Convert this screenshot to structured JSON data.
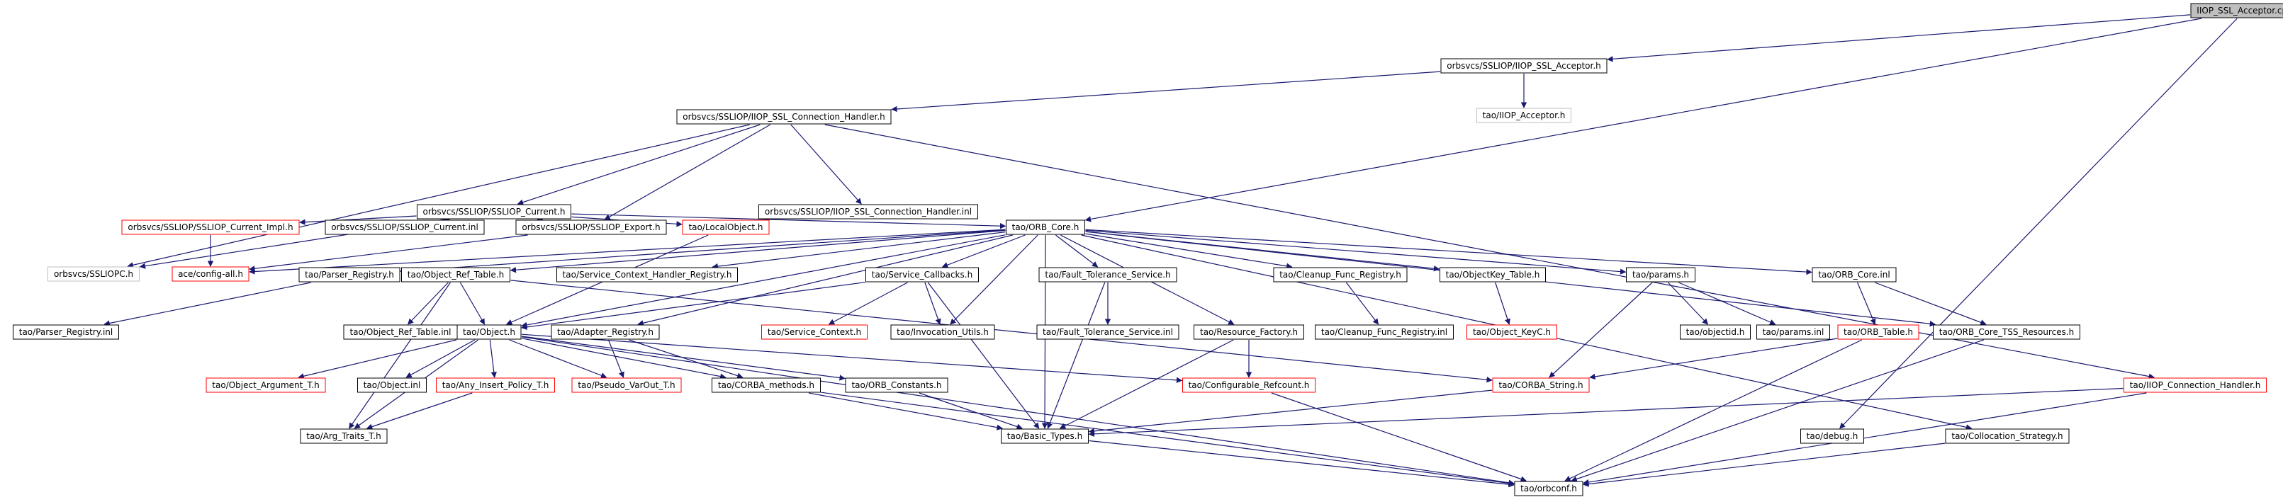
{
  "graph": {
    "title": "IIOP_SSL_Acceptor.cpp",
    "edge_color": "#191970",
    "root_fill": "#bfbfbf",
    "missing_border": "#ff0000",
    "external_border": "#bfbfbf",
    "nodes": [
      {
        "id": "root",
        "label": "IIOP_SSL_Acceptor.cpp",
        "style": "root"
      },
      {
        "id": "acc",
        "label": "orbsvcs/SSLIOP/IIOP_SSL_Acceptor.h",
        "style": "normal"
      },
      {
        "id": "iiopacc",
        "label": "tao/IIOP_Acceptor.h",
        "style": "gray"
      },
      {
        "id": "conn",
        "label": "orbsvcs/SSLIOP/IIOP_SSL_Connection_Handler.h",
        "style": "normal"
      },
      {
        "id": "current",
        "label": "orbsvcs/SSLIOP/SSLIOP_Current.h",
        "style": "normal"
      },
      {
        "id": "conninl",
        "label": "orbsvcs/SSLIOP/IIOP_SSL_Connection_Handler.inl",
        "style": "normal"
      },
      {
        "id": "curimpl",
        "label": "orbsvcs/SSLIOP/SSLIOP_Current_Impl.h",
        "style": "red"
      },
      {
        "id": "curinl",
        "label": "orbsvcs/SSLIOP/SSLIOP_Current.inl",
        "style": "normal"
      },
      {
        "id": "export",
        "label": "orbsvcs/SSLIOP/SSLIOP_Export.h",
        "style": "normal"
      },
      {
        "id": "localobj",
        "label": "tao/LocalObject.h",
        "style": "red"
      },
      {
        "id": "sslc",
        "label": "orbsvcs/SSLIOPC.h",
        "style": "gray"
      },
      {
        "id": "configall",
        "label": "ace/config-all.h",
        "style": "red"
      },
      {
        "id": "orbcore",
        "label": "tao/ORB_Core.h",
        "style": "normal"
      },
      {
        "id": "parser",
        "label": "tao/Parser_Registry.h",
        "style": "normal"
      },
      {
        "id": "parserinl",
        "label": "tao/Parser_Registry.inl",
        "style": "normal"
      },
      {
        "id": "objref",
        "label": "tao/Object_Ref_Table.h",
        "style": "normal"
      },
      {
        "id": "svcctx",
        "label": "tao/Service_Context_Handler_Registry.h",
        "style": "normal"
      },
      {
        "id": "svccb",
        "label": "tao/Service_Callbacks.h",
        "style": "normal"
      },
      {
        "id": "faulttol",
        "label": "tao/Fault_Tolerance_Service.h",
        "style": "normal"
      },
      {
        "id": "cleanup",
        "label": "tao/Cleanup_Func_Registry.h",
        "style": "normal"
      },
      {
        "id": "objkey",
        "label": "tao/ObjectKey_Table.h",
        "style": "normal"
      },
      {
        "id": "params",
        "label": "tao/params.h",
        "style": "normal"
      },
      {
        "id": "orbcoreinl",
        "label": "tao/ORB_Core.inl",
        "style": "normal"
      },
      {
        "id": "objrefinl",
        "label": "tao/Object_Ref_Table.inl",
        "style": "normal"
      },
      {
        "id": "object",
        "label": "tao/Object.h",
        "style": "normal"
      },
      {
        "id": "adapter",
        "label": "tao/Adapter_Registry.h",
        "style": "normal"
      },
      {
        "id": "svcctxh",
        "label": "tao/Service_Context.h",
        "style": "red"
      },
      {
        "id": "invutils",
        "label": "tao/Invocation_Utils.h",
        "style": "normal"
      },
      {
        "id": "faulttolinl",
        "label": "tao/Fault_Tolerance_Service.inl",
        "style": "normal"
      },
      {
        "id": "resfact",
        "label": "tao/Resource_Factory.h",
        "style": "normal"
      },
      {
        "id": "cleanupinl",
        "label": "tao/Cleanup_Func_Registry.inl",
        "style": "normal"
      },
      {
        "id": "objkeyc",
        "label": "tao/Object_KeyC.h",
        "style": "red"
      },
      {
        "id": "objectid",
        "label": "tao/objectid.h",
        "style": "normal"
      },
      {
        "id": "paramsinl",
        "label": "tao/params.inl",
        "style": "normal"
      },
      {
        "id": "orbtable",
        "label": "tao/ORB_Table.h",
        "style": "red"
      },
      {
        "id": "tss",
        "label": "tao/ORB_Core_TSS_Resources.h",
        "style": "normal"
      },
      {
        "id": "objarg",
        "label": "tao/Object_Argument_T.h",
        "style": "red"
      },
      {
        "id": "objinl",
        "label": "tao/Object.inl",
        "style": "normal"
      },
      {
        "id": "anyins",
        "label": "tao/Any_Insert_Policy_T.h",
        "style": "red"
      },
      {
        "id": "pseudo",
        "label": "tao/Pseudo_VarOut_T.h",
        "style": "red"
      },
      {
        "id": "corbameth",
        "label": "tao/CORBA_methods.h",
        "style": "normal"
      },
      {
        "id": "orbconst",
        "label": "tao/ORB_Constants.h",
        "style": "normal"
      },
      {
        "id": "confref",
        "label": "tao/Configurable_Refcount.h",
        "style": "red"
      },
      {
        "id": "corbastr",
        "label": "tao/CORBA_String.h",
        "style": "red"
      },
      {
        "id": "iiopconn",
        "label": "tao/IIOP_Connection_Handler.h",
        "style": "red"
      },
      {
        "id": "argtraits",
        "label": "tao/Arg_Traits_T.h",
        "style": "normal"
      },
      {
        "id": "basic",
        "label": "tao/Basic_Types.h",
        "style": "normal"
      },
      {
        "id": "debug",
        "label": "tao/debug.h",
        "style": "normal"
      },
      {
        "id": "colloc",
        "label": "tao/Collocation_Strategy.h",
        "style": "normal"
      },
      {
        "id": "orbconf",
        "label": "tao/orbconf.h",
        "style": "normal"
      }
    ],
    "edges": [
      [
        "root",
        "acc"
      ],
      [
        "root",
        "orbcore"
      ],
      [
        "root",
        "debug"
      ],
      [
        "acc",
        "iiopacc"
      ],
      [
        "acc",
        "conn"
      ],
      [
        "conn",
        "current"
      ],
      [
        "conn",
        "conninl"
      ],
      [
        "conn",
        "export"
      ],
      [
        "conn",
        "sslc"
      ],
      [
        "conn",
        "iiopconn"
      ],
      [
        "current",
        "curimpl"
      ],
      [
        "current",
        "curinl"
      ],
      [
        "current",
        "export"
      ],
      [
        "current",
        "localobj"
      ],
      [
        "current",
        "sslc"
      ],
      [
        "current",
        "orbcore"
      ],
      [
        "curimpl",
        "configall"
      ],
      [
        "export",
        "configall"
      ],
      [
        "localobj",
        "object"
      ],
      [
        "orbcore",
        "parser"
      ],
      [
        "orbcore",
        "objref"
      ],
      [
        "orbcore",
        "svcctx"
      ],
      [
        "orbcore",
        "svccb"
      ],
      [
        "orbcore",
        "faulttol"
      ],
      [
        "orbcore",
        "cleanup"
      ],
      [
        "orbcore",
        "objkey"
      ],
      [
        "orbcore",
        "params"
      ],
      [
        "orbcore",
        "orbcoreinl"
      ],
      [
        "orbcore",
        "tss"
      ],
      [
        "orbcore",
        "object"
      ],
      [
        "orbcore",
        "adapter"
      ],
      [
        "orbcore",
        "resfact"
      ],
      [
        "orbcore",
        "invutils"
      ],
      [
        "orbcore",
        "colloc"
      ],
      [
        "orbcore",
        "configall"
      ],
      [
        "orbcore",
        "basic"
      ],
      [
        "parser",
        "parserinl"
      ],
      [
        "objref",
        "objrefinl"
      ],
      [
        "objref",
        "object"
      ],
      [
        "objref",
        "argtraits"
      ],
      [
        "objref",
        "corbastr"
      ],
      [
        "svccb",
        "svcctxh"
      ],
      [
        "svccb",
        "invutils"
      ],
      [
        "svccb",
        "object"
      ],
      [
        "svccb",
        "basic"
      ],
      [
        "faulttol",
        "faulttolinl"
      ],
      [
        "faulttol",
        "basic"
      ],
      [
        "cleanup",
        "cleanupinl"
      ],
      [
        "objkey",
        "objkeyc"
      ],
      [
        "params",
        "objectid"
      ],
      [
        "params",
        "paramsinl"
      ],
      [
        "params",
        "corbastr"
      ],
      [
        "orbcoreinl",
        "orbtable"
      ],
      [
        "orbcoreinl",
        "tss"
      ],
      [
        "object",
        "objarg"
      ],
      [
        "object",
        "objinl"
      ],
      [
        "object",
        "anyins"
      ],
      [
        "object",
        "pseudo"
      ],
      [
        "object",
        "corbameth"
      ],
      [
        "object",
        "orbconst"
      ],
      [
        "object",
        "confref"
      ],
      [
        "object",
        "argtraits"
      ],
      [
        "object",
        "orbconf"
      ],
      [
        "adapter",
        "pseudo"
      ],
      [
        "adapter",
        "corbameth"
      ],
      [
        "resfact",
        "confref"
      ],
      [
        "resfact",
        "basic"
      ],
      [
        "orbtable",
        "corbastr"
      ],
      [
        "orbtable",
        "orbconf"
      ],
      [
        "tss",
        "orbconf"
      ],
      [
        "anyins",
        "argtraits"
      ],
      [
        "corbameth",
        "basic"
      ],
      [
        "corbameth",
        "orbconf"
      ],
      [
        "orbconst",
        "basic"
      ],
      [
        "confref",
        "orbconf"
      ],
      [
        "corbastr",
        "basic"
      ],
      [
        "iiopconn",
        "basic"
      ],
      [
        "iiopconn",
        "orbconf"
      ],
      [
        "colloc",
        "orbconf"
      ],
      [
        "basic",
        "orbconf"
      ]
    ]
  }
}
